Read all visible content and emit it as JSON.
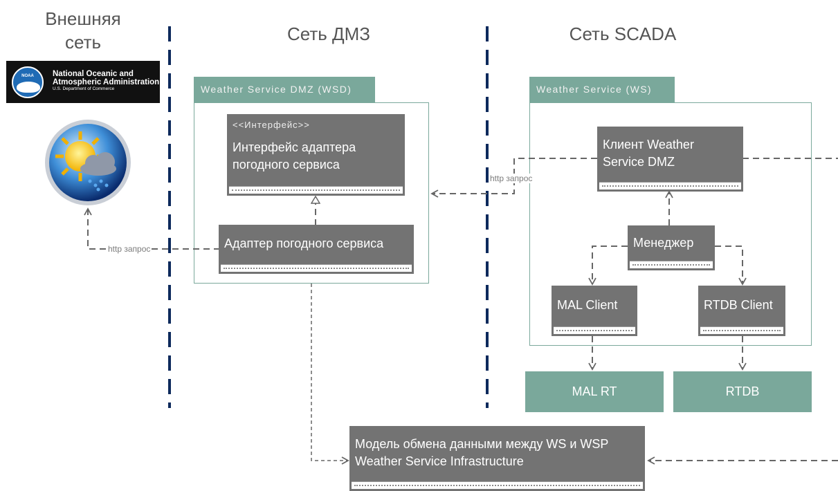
{
  "zones": {
    "external": "Внешняя\nсеть",
    "dmz": "Сеть ДМЗ",
    "scada": "Сеть SCADA"
  },
  "noaa": {
    "logo_text": "NOAA",
    "name_line1": "National Oceanic and",
    "name_line2": "Atmospheric Administration",
    "dept": "U.S. Department of Commerce"
  },
  "weather_icon": "sun-cloud-rain-icon",
  "packages": {
    "wsd": "Weather Service DMZ (WSD)",
    "ws": "Weather Service (WS)"
  },
  "classes": {
    "interface": {
      "stereotype": "<<Интерфейс>>",
      "name": "Интерфейс адаптера\nпогодного сервиса"
    },
    "adapter": "Адаптер погодного сервиса",
    "client": "Клиент Weather\nService DMZ",
    "manager": "Менеджер",
    "mal_client": "MAL Client",
    "rtdb_client": "RTDB Client",
    "model": "Модель обмена данными между WS и WSP\nWeather Service Infrastructure"
  },
  "datastores": {
    "mal_rt": "MAL RT",
    "rtdb": "RTDB"
  },
  "edge_labels": {
    "http_left": "http запрос",
    "http_right": "http запрос"
  },
  "colors": {
    "class_fill": "#737373",
    "package_color": "#7aa89b",
    "divider": "#0d2a5c",
    "edge": "#666666"
  }
}
